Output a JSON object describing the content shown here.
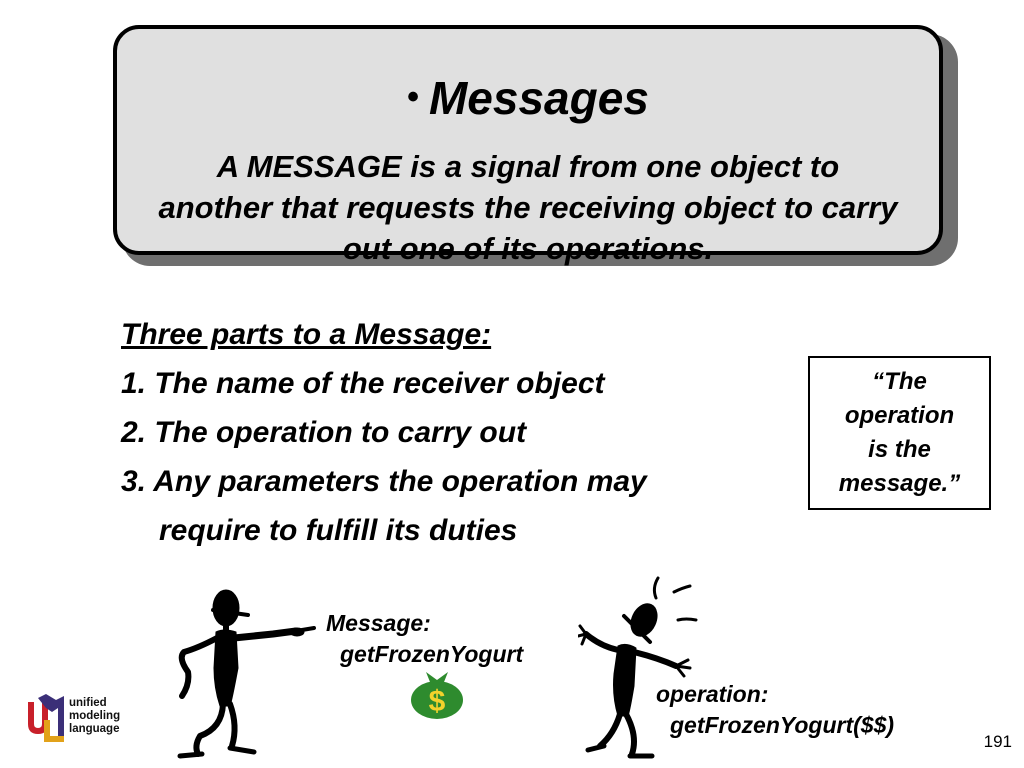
{
  "slide": {
    "bullet": "•",
    "title": "Messages",
    "definition": "A MESSAGE is a signal from one object to another that requests the receiving object to carry out one of its operations.",
    "parts_heading": "Three parts to a Message:",
    "parts": [
      "1. The name of the receiver object",
      "2. The operation to carry out",
      "3. Any parameters the operation may",
      "require to fulfill its duties"
    ],
    "quote_lines": [
      "“The",
      "operation",
      "is the",
      "message.”"
    ],
    "message_label": "Message:",
    "message_value": "getFrozenYogurt",
    "operation_label": "operation:",
    "operation_value": "getFrozenYogurt($$)",
    "money_symbol": "$",
    "page_number": "191"
  },
  "logo": {
    "lines": [
      "unified",
      "modeling",
      "language"
    ],
    "icon": "uml-logo-icon",
    "colors": {
      "red": "#c8202a",
      "purple": "#3b2f78",
      "gold": "#e2a21a"
    }
  },
  "figures": {
    "sender": "stick-figure-pointing-icon",
    "receiver": "stick-figure-surprised-icon",
    "money_bag": "money-bag-icon",
    "money_bag_color": "#2e8b2e"
  }
}
